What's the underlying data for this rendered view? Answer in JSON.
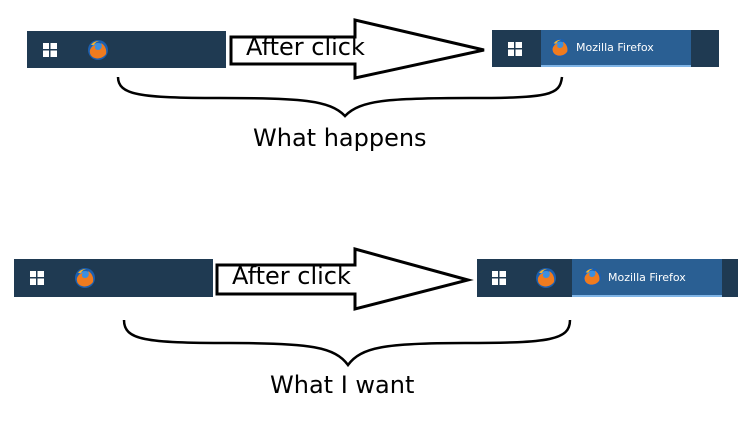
{
  "panels": [
    {
      "arrow_label": "After click",
      "caption": "What happens",
      "before": {
        "icons": [
          "windows-start-icon",
          "firefox-icon"
        ]
      },
      "after": {
        "active_app": "Mozilla Firefox",
        "icons": [
          "windows-start-icon",
          "firefox-icon"
        ]
      }
    },
    {
      "arrow_label": "After click",
      "caption": "What I want",
      "before": {
        "icons": [
          "windows-start-icon",
          "firefox-icon"
        ]
      },
      "after": {
        "active_app": "Mozilla Firefox",
        "icons": [
          "windows-start-icon",
          "firefox-icon",
          "firefox-icon"
        ]
      }
    }
  ],
  "colors": {
    "taskbar": "#1f3a52",
    "active_app": "#2a5f93",
    "active_underline": "#7fb4e6"
  }
}
